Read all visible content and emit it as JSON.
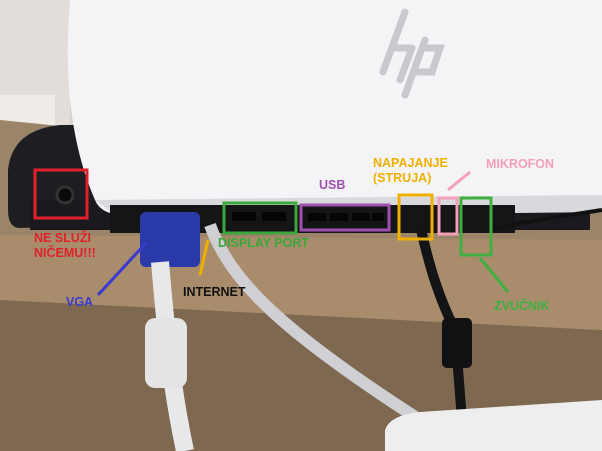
{
  "labels": {
    "ne_sluzi": {
      "lines": [
        "NE SLUŽI",
        "NIČEMU!!!"
      ],
      "color": "#e0202a"
    },
    "vga": {
      "text": "VGA",
      "color": "#3a3ad0"
    },
    "internet": {
      "text": "INTERNET",
      "color": "#111111"
    },
    "display_port": {
      "text": "DISPLAY PORT",
      "color": "#3aa83a"
    },
    "usb": {
      "text": "USB",
      "color": "#a050b0"
    },
    "napajanje": {
      "lines": [
        "NAPAJANJE",
        "(STRUJA)"
      ],
      "color": "#f0b000"
    },
    "mikrofon": {
      "text": "MIKROFON",
      "color": "#f4a0b8"
    },
    "zvucnik": {
      "text": "ZVUČNIK",
      "color": "#40b040"
    }
  },
  "logo": {
    "text": "hp"
  }
}
